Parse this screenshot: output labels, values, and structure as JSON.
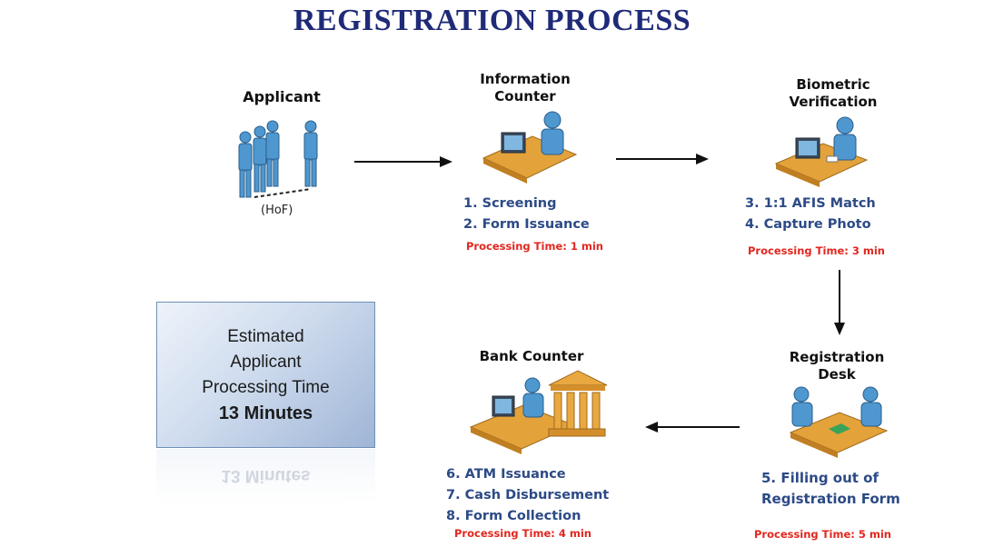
{
  "title": "REGISTRATION PROCESS",
  "applicant": {
    "label": "Applicant",
    "sub": "(HoF)"
  },
  "info_counter": {
    "label_line1": "Information",
    "label_line2": "Counter",
    "steps": [
      "1. Screening",
      "2. Form Issuance"
    ],
    "time": "Processing Time: 1 min"
  },
  "biometric": {
    "label_line1": "Biometric",
    "label_line2": "Verification",
    "steps": [
      "3. 1:1 AFIS Match",
      "4. Capture Photo"
    ],
    "time": "Processing Time: 3 min"
  },
  "registration_desk": {
    "label_line1": "Registration",
    "label_line2": "Desk",
    "steps": [
      "5. Filling out of",
      "Registration Form"
    ],
    "time": "Processing Time: 5 min"
  },
  "bank_counter": {
    "label": "Bank Counter",
    "steps": [
      "6. ATM Issuance",
      "7. Cash Disbursement",
      "8. Form Collection"
    ],
    "time": "Processing Time: 4 min"
  },
  "estimate": {
    "line1": "Estimated",
    "line2": "Applicant",
    "line3": "Processing Time",
    "line4": "13 Minutes",
    "reflection": "13 Minutes"
  },
  "colors": {
    "title": "#1f2a78",
    "steps": "#2c4a86",
    "time": "#e2261e",
    "person": "#4f97cf",
    "desk": "#e3a23a"
  }
}
